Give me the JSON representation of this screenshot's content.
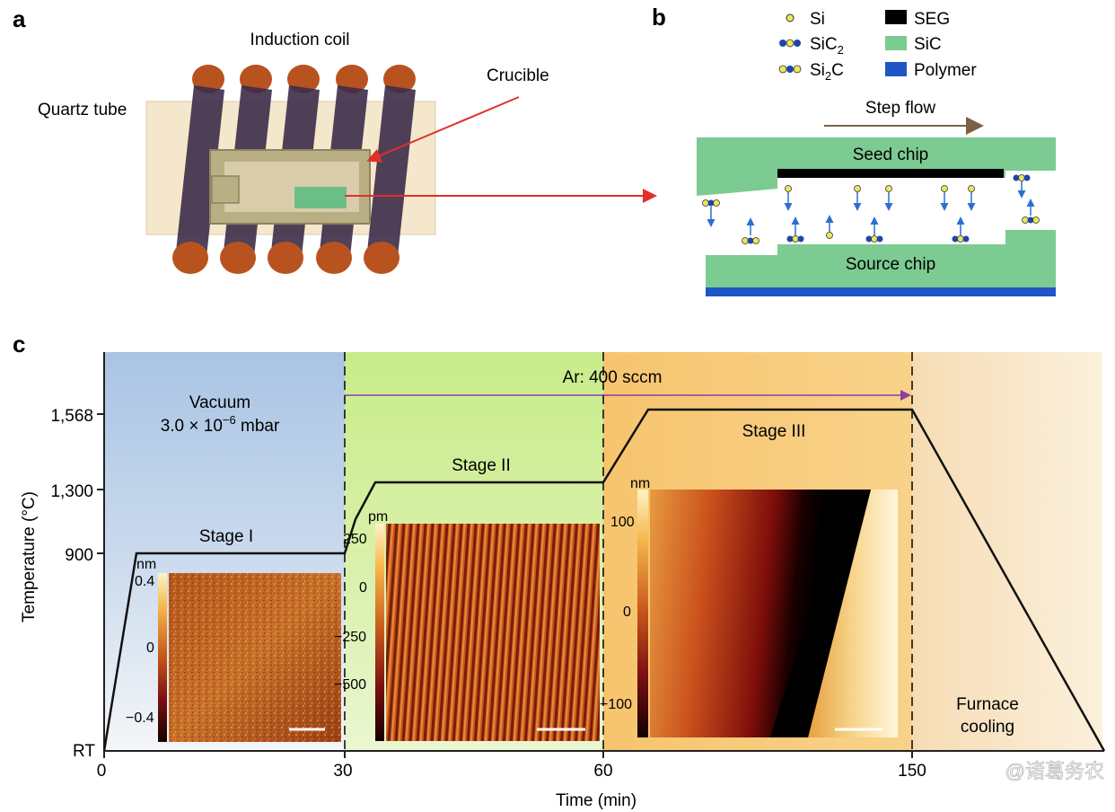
{
  "panels": {
    "a": {
      "letter": "a",
      "induction_coil": "Induction coil",
      "crucible": "Crucible",
      "quartz_tube": "Quartz tube"
    },
    "b": {
      "letter": "b",
      "legend": [
        {
          "symbol": "si-icon",
          "label": "Si"
        },
        {
          "symbol": "sic2-icon",
          "label": "SiC",
          "sub": "2"
        },
        {
          "symbol": "si2c-icon",
          "label": "Si",
          "sub": "2",
          "tail": "C"
        },
        {
          "symbol": "seg-swatch",
          "label": "SEG",
          "color": "#000000"
        },
        {
          "symbol": "sic-swatch",
          "label": "SiC",
          "color": "#7ccb92"
        },
        {
          "symbol": "polymer-swatch",
          "label": "Polymer",
          "color": "#1f55c4"
        }
      ],
      "step_flow": "Step flow",
      "seed_chip": "Seed chip",
      "source_chip": "Source chip"
    },
    "c": {
      "letter": "c",
      "ylabel": "Temperature (°C)",
      "xlabel": "Time (min)",
      "y_ticks": [
        "1,568",
        "1,300",
        "900",
        "RT"
      ],
      "x_ticks": [
        "0",
        "30",
        "60",
        "150"
      ],
      "vacuum_label": "Vacuum",
      "vacuum_pressure": "3.0 × 10",
      "vacuum_exp": "−6",
      "vacuum_unit": " mbar",
      "ar_label": "Ar: 400 sccm",
      "stage1": "Stage I",
      "stage2": "Stage II",
      "stage3": "Stage III",
      "furnace_cooling_1": "Furnace",
      "furnace_cooling_2": "cooling",
      "inset1": {
        "unit": "nm",
        "ticks": [
          "0.4",
          "0",
          "−0.4"
        ]
      },
      "inset2": {
        "unit": "pm",
        "ticks": [
          "250",
          "0",
          "−250",
          "−500"
        ]
      },
      "inset3": {
        "unit": "nm",
        "ticks": [
          "100",
          "0",
          "−100"
        ]
      }
    }
  },
  "watermark": "@诸葛务农",
  "colors": {
    "sic_green": "#7ccb92",
    "polymer_blue": "#1f55c4",
    "stage1_bg": "#b9cfe6",
    "stage2_bg": "#c4e88c",
    "stage3_bg": "#f7c26c",
    "arrow_red": "#e0302a",
    "ar_arrow": "#8a3fa8",
    "coil": "#b8531f"
  }
}
